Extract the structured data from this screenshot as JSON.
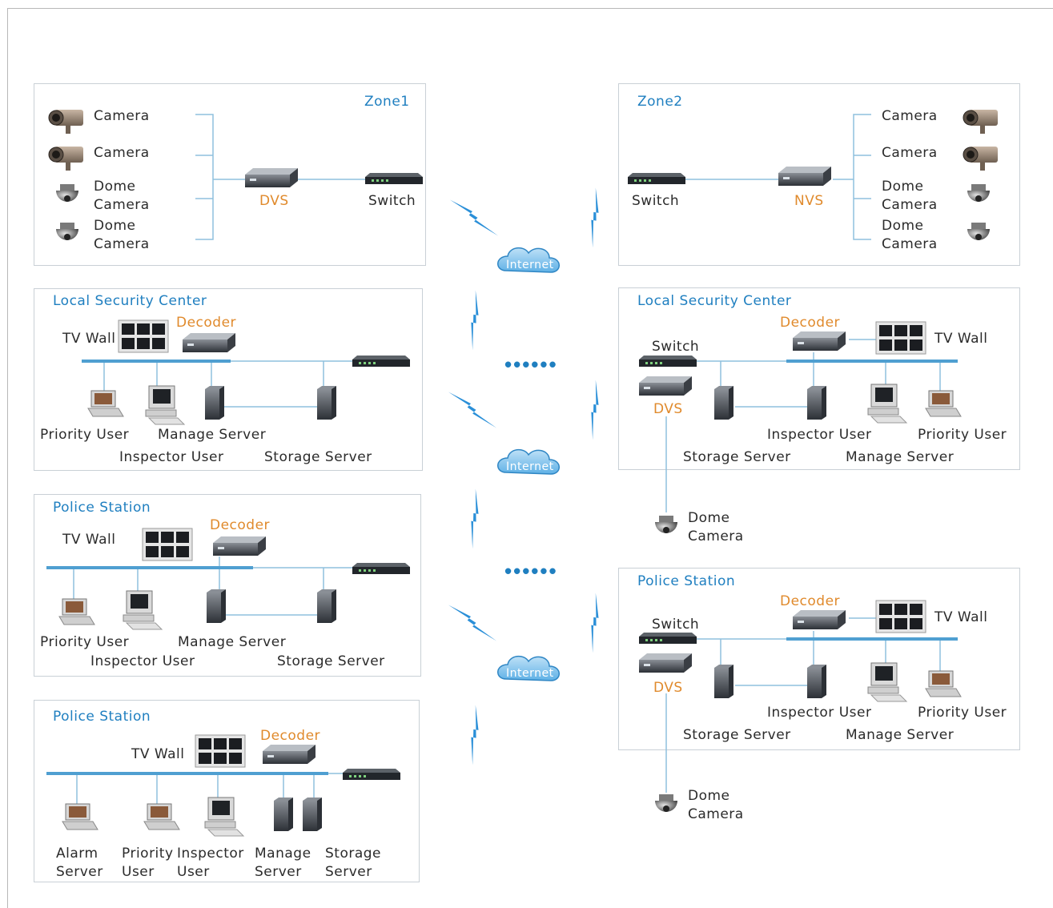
{
  "zone1": {
    "title": "Zone1",
    "dvs": "DVS",
    "switch": "Switch",
    "devices": [
      "Camera",
      "Camera",
      "Dome\nCamera",
      "Dome\nCamera"
    ]
  },
  "zone2": {
    "title": "Zone2",
    "nvs": "NVS",
    "switch": "Switch",
    "devices": [
      "Camera",
      "Camera",
      "Dome\nCamera",
      "Dome\nCamera"
    ]
  },
  "lsc_left": {
    "title": "Local Security Center",
    "tv_wall": "TV Wall",
    "decoder": "Decoder",
    "priority_user": "Priority User",
    "manage_server": "Manage Server",
    "inspector_user": "Inspector User",
    "storage_server": "Storage Server"
  },
  "ps1_left": {
    "title": "Police Station",
    "tv_wall": "TV Wall",
    "decoder": "Decoder",
    "priority_user": "Priority User",
    "manage_server": "Manage Server",
    "inspector_user": "Inspector User",
    "storage_server": "Storage Server"
  },
  "ps2_left": {
    "title": "Police Station",
    "tv_wall": "TV Wall",
    "decoder": "Decoder",
    "alarm_server": "Alarm\nServer",
    "priority_user": "Priority\nUser",
    "inspector_user": "Inspector\nUser",
    "manage_server": "Manage\nServer",
    "storage_server": "Storage\nServer"
  },
  "lsc_right": {
    "title": "Local Security Center",
    "switch": "Switch",
    "decoder": "Decoder",
    "tv_wall": "TV Wall",
    "dvs": "DVS",
    "inspector_user": "Inspector User",
    "priority_user": "Priority User",
    "storage_server": "Storage Server",
    "manage_server": "Manage Server",
    "dome_camera": "Dome\nCamera"
  },
  "ps_right": {
    "title": "Police Station",
    "switch": "Switch",
    "decoder": "Decoder",
    "tv_wall": "TV Wall",
    "dvs": "DVS",
    "inspector_user": "Inspector User",
    "priority_user": "Priority User",
    "storage_server": "Storage Server",
    "manage_server": "Manage Server",
    "dome_camera": "Dome\nCamera"
  },
  "internet": [
    "Internet",
    "Internet",
    "Internet"
  ],
  "ellipsis": [
    "••••••",
    "••••••"
  ],
  "colors": {
    "accent_blue": "#1f7fc0",
    "accent_orange": "#e08a2c",
    "bolt": "#2a8fd8",
    "line": "#8fc0dd"
  }
}
